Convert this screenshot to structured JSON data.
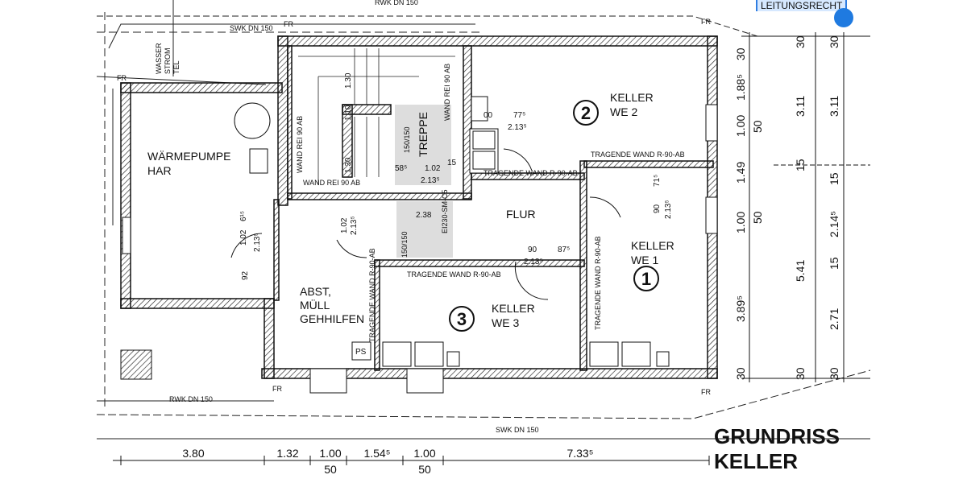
{
  "top_badge": "LEITUNGSRECHT",
  "title_line1": "GRUNDRISS",
  "title_line2": "KELLER",
  "rooms": {
    "keller_we2": {
      "name": "KELLER",
      "unit": "WE 2",
      "num": "2"
    },
    "keller_we1": {
      "name": "KELLER",
      "unit": "WE 1",
      "num": "1"
    },
    "keller_we3": {
      "name": "KELLER",
      "unit": "WE 3",
      "num": "3"
    },
    "waermepumpe": {
      "line1": "WÄRMEPUMPE",
      "line2": "HAR"
    },
    "flur": "FLUR",
    "treppe": "TREPPE",
    "abst": {
      "line1": "ABST,",
      "line2": "MÜLL",
      "line3": "GEHHILFEN"
    }
  },
  "annotations": {
    "rwk_top": "RWK DN 150",
    "swk_top": "SWK DN 150",
    "rwk_bottom": "RWK DN 150",
    "swk_bottom": "SWK DN 150",
    "fr": "FR",
    "wasser": "WASSER",
    "strom": "STROM",
    "tel": "TEL",
    "tragende_wand_1": "TRAGENDE WAND R-90-AB",
    "tragende_wand_2": "TRAGENDE WAND R-90-AB",
    "tragende_wand_3": "TRAGENDE WAND R-90-AB",
    "tragende_wand_v1": "TRAGENDE WAND R-90-AB",
    "tragende_wand_v2": "TRAGENDE WAND R-90-AB",
    "wand_rei_1": "WAND REI 90 AB",
    "wand_rei_2": "WAND REI 90 AB",
    "wand_rei_3": "WAND REI 90 AB",
    "door_ei": "EI230-SM-C5",
    "ps": "PS",
    "treppe_150a": "150/150",
    "treppe_150b": "150/150"
  },
  "dims_bottom_row1": [
    "3.80",
    "1.32",
    "1.00",
    "1.54⁵",
    "1.00",
    "7.33⁵"
  ],
  "dims_bottom_row2": [
    "50",
    "50"
  ],
  "dims_right_col1": [
    "30",
    "1.88⁵",
    "1.00",
    "1.49",
    "1.00",
    "3.89⁵",
    "30"
  ],
  "dims_right_col1b": [
    "50",
    "50"
  ],
  "dims_right_col2": [
    "30",
    "3.11",
    "15",
    "5.41",
    "30"
  ],
  "dims_right_col3": [
    "30",
    "3.11",
    "15",
    "2.14⁵",
    "15",
    "2.71",
    "30"
  ],
  "dims_interior": {
    "d130a": "1.30",
    "d110": "1.10",
    "d130b": "1.30",
    "d585": "58⁵",
    "d102": "1.02",
    "d2135a": "2.13⁵",
    "d15": "15",
    "d238": "2.38",
    "d775": "77⁵",
    "d2135b": "2.13⁵",
    "d00": "00",
    "d90a": "90",
    "d2135c": "2.13⁵",
    "d715": "71⁵",
    "d90b": "90",
    "d875": "87⁵",
    "d2135d": "2.13⁵",
    "d615": "6¹⁵",
    "d102b": "1.02",
    "d2135e": "2.13⁵",
    "d92": "92",
    "d102c": "1.02",
    "d2135f": "2.13⁵"
  }
}
